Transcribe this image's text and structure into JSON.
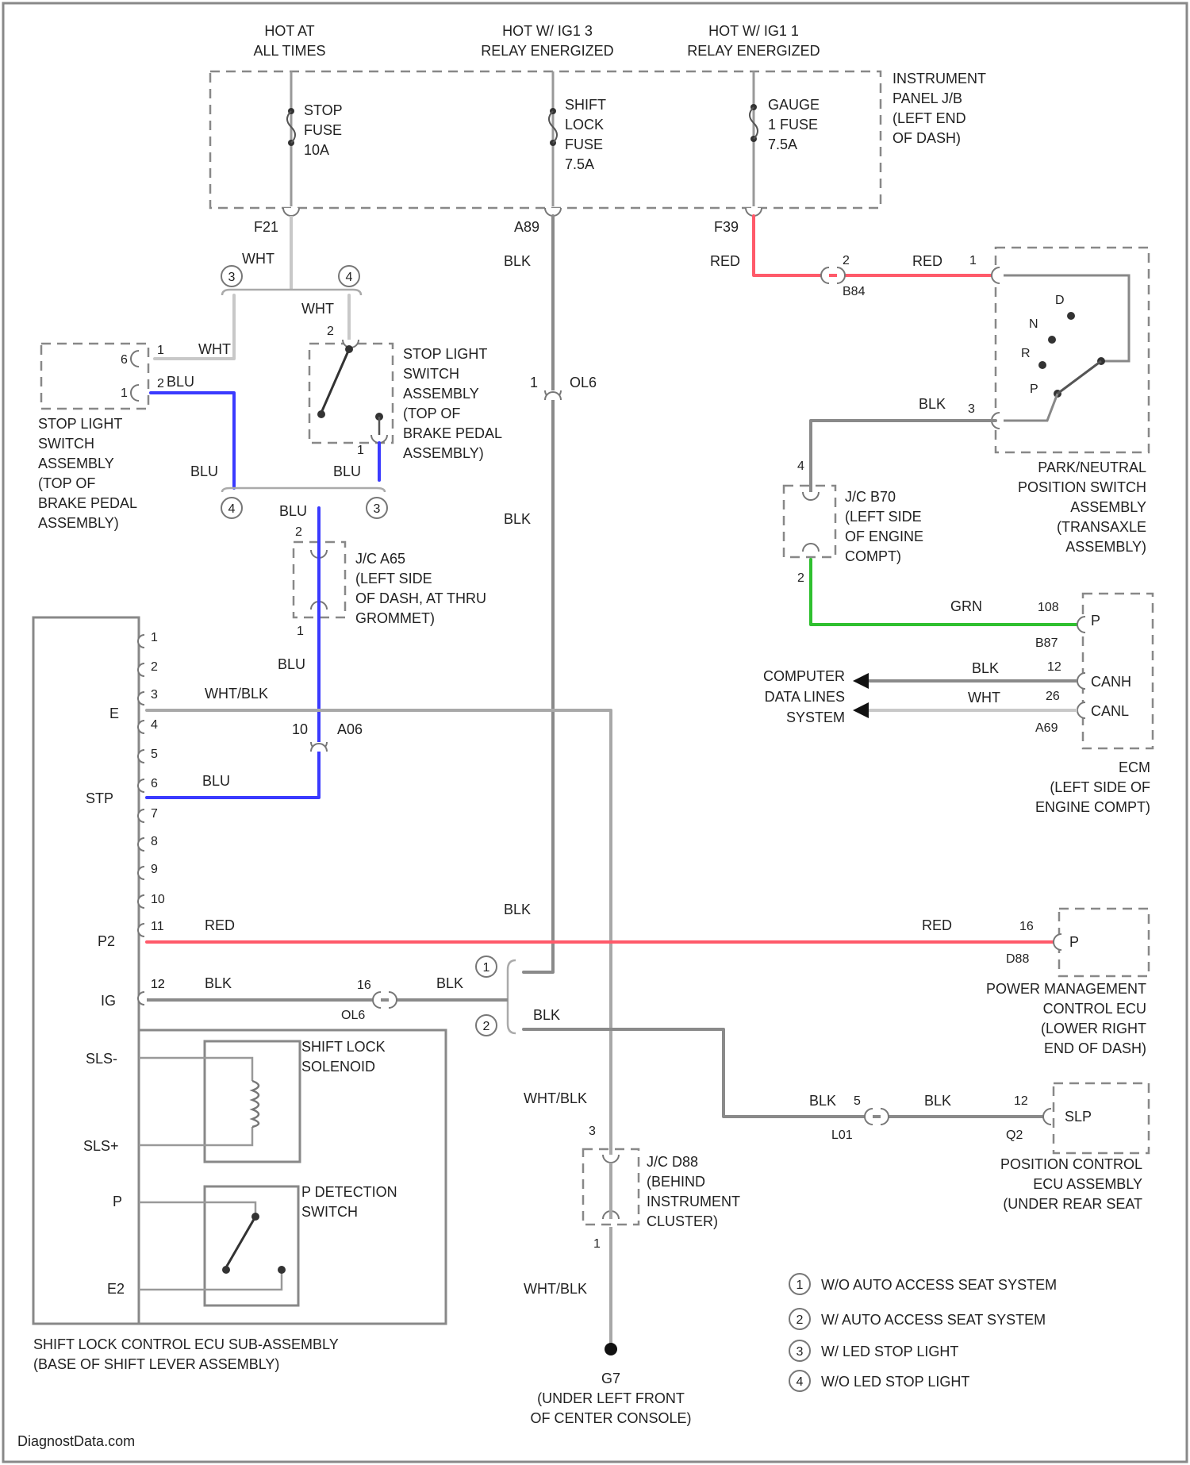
{
  "colors": {
    "blu": "#3a3aff",
    "red": "#ff5a6a",
    "grn": "#2fc02f",
    "blk": "#8a8a8a",
    "wht": "#c8c8c8",
    "whtblk": "#a8a8a8",
    "frame": "#888888",
    "text": "#222222"
  },
  "power": {
    "hot_at_all_times": [
      "HOT AT",
      "ALL TIMES"
    ],
    "hot_ig2": [
      "HOT W/ IG1 3",
      "RELAY ENERGIZED"
    ],
    "hot_ig1": [
      "HOT W/ IG1 1",
      "RELAY ENERGIZED"
    ]
  },
  "fuses": {
    "stop": [
      "STOP",
      "FUSE",
      "10A"
    ],
    "shift_lock": [
      "SHIFT",
      "LOCK",
      "FUSE",
      "7.5A"
    ],
    "gauge": [
      "GAUGE",
      "1 FUSE",
      "7.5A"
    ]
  },
  "junction_block": [
    "INSTRUMENT",
    "PANEL J/B",
    "(LEFT END",
    "OF DASH)"
  ],
  "connectors": {
    "f21": "F21",
    "a89": "A89",
    "f39": "F39",
    "b84": "B84",
    "b84_pin": "2",
    "ole": "OL6",
    "ole_pin": "1",
    "a06": "A06",
    "a06_pin": "10",
    "ole2": "OL6",
    "ole2_pin": "16",
    "b87": "B87",
    "a69": "A69",
    "d88": "D88",
    "l01": "L01",
    "l01_pin": "5",
    "q2": "Q2"
  },
  "wires": {
    "wht": "WHT",
    "blu": "BLU",
    "blk": "BLK",
    "red": "RED",
    "grn": "GRN",
    "whtblk": "WHT/BLK"
  },
  "components": {
    "stop_light_switch_a": [
      "STOP LIGHT",
      "SWITCH",
      "ASSEMBLY",
      "(TOP OF",
      "BRAKE PEDAL",
      "ASSEMBLY)"
    ],
    "stop_light_switch_b": [
      "STOP LIGHT",
      "SWITCH",
      "ASSEMBLY",
      "(TOP OF",
      "BRAKE PEDAL",
      "ASSEMBLY)"
    ],
    "jc_a65": [
      "J/C A65",
      "(LEFT SIDE",
      "OF DASH, AT THRU",
      "GROMMET)"
    ],
    "jc_b70": [
      "J/C B70",
      "(LEFT SIDE",
      "OF ENGINE",
      "COMPT)"
    ],
    "jc_d88": [
      "J/C D88",
      "(BEHIND",
      "INSTRUMENT",
      "CLUSTER)"
    ],
    "pn_switch": [
      "PARK/NEUTRAL",
      "POSITION SWITCH",
      "ASSEMBLY",
      "(TRANSAXLE",
      "ASSEMBLY)"
    ],
    "pn_positions": [
      "D",
      "N",
      "R",
      "P"
    ],
    "ecm": [
      "ECM",
      "(LEFT SIDE OF",
      "ENGINE COMPT)"
    ],
    "ecm_pins": [
      "P",
      "CANH",
      "CANL"
    ],
    "computer_data": [
      "COMPUTER",
      "DATA LINES",
      "SYSTEM"
    ],
    "pmecu": [
      "POWER MANAGEMENT",
      "CONTROL ECU",
      "(LOWER RIGHT",
      "END OF DASH)"
    ],
    "pmecu_pin": "P",
    "pcecu": [
      "POSITION CONTROL",
      "ECU ASSEMBLY",
      "(UNDER REAR SEAT"
    ],
    "pcecu_pin": "SLP",
    "shift_lock_solenoid": [
      "SHIFT LOCK",
      "SOLENOID"
    ],
    "p_detection": [
      "P DETECTION",
      "SWITCH"
    ],
    "shift_lock_ecu": [
      "SHIFT LOCK CONTROL ECU SUB-ASSEMBLY",
      "(BASE OF SHIFT LEVER ASSEMBLY)"
    ],
    "ecu_pins": [
      "E",
      "STP",
      "P2",
      "IG",
      "SLS-",
      "SLS+",
      "P",
      "E2"
    ],
    "ecu_pin_numbers": [
      "1",
      "2",
      "3",
      "4",
      "5",
      "6",
      "7",
      "8",
      "9",
      "10",
      "11",
      "12"
    ],
    "ground": [
      "G7",
      "(UNDER LEFT FRONT",
      "OF CENTER CONSOLE)"
    ]
  },
  "pins": {
    "pn_1": "1",
    "pn_3": "3",
    "b70_4": "4",
    "b70_2": "2",
    "ecm_108": "108",
    "ecm_12": "12",
    "ecm_26": "26",
    "pm_16": "16",
    "pc_12": "12",
    "sla_6": "6",
    "sla_1": "1",
    "sla_b2": "2",
    "slb_2": "2",
    "slb_1": "1",
    "a65_2": "2",
    "a65_1": "1",
    "d88_3": "3",
    "d88_1": "1"
  },
  "variant_marks": [
    "1",
    "2",
    "3",
    "4"
  ],
  "legend": [
    {
      "mark": "1",
      "text": "W/O AUTO ACCESS SEAT SYSTEM"
    },
    {
      "mark": "2",
      "text": "W/ AUTO ACCESS SEAT SYSTEM"
    },
    {
      "mark": "3",
      "text": "W/ LED STOP LIGHT"
    },
    {
      "mark": "4",
      "text": "W/O LED STOP LIGHT"
    }
  ],
  "watermark": "DiagnostData.com"
}
